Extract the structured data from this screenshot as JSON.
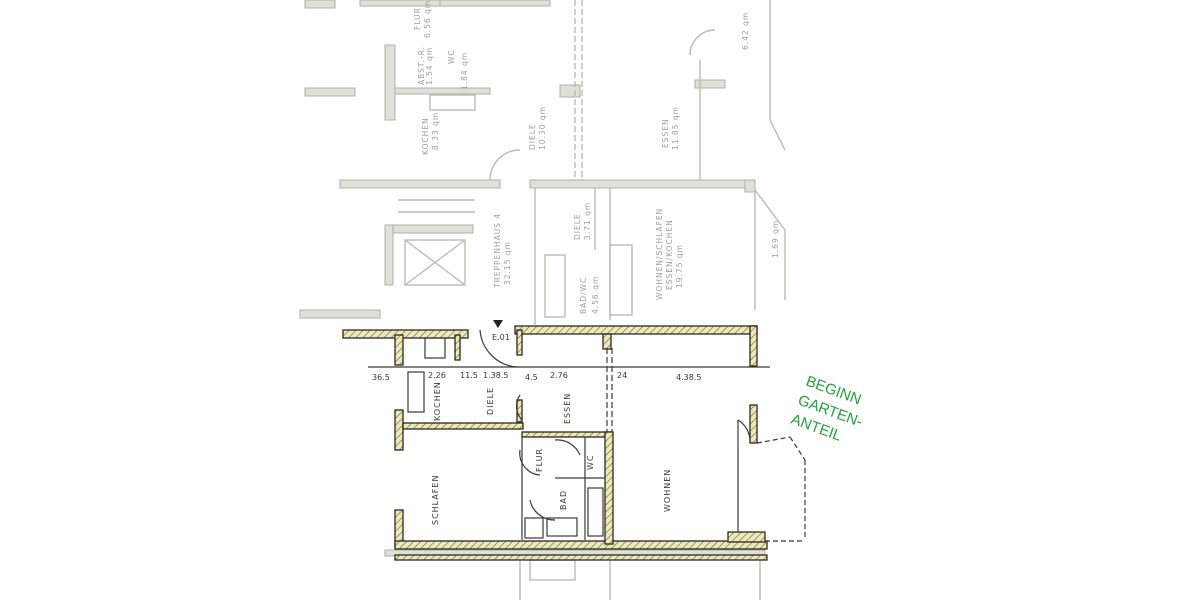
{
  "upper_plan": {
    "rooms": [
      {
        "name": "FLUR",
        "area": "6.56 qm"
      },
      {
        "name": "ABST.-R.",
        "area": "1.54 qm"
      },
      {
        "name": "WC",
        "area": "1.84 qm"
      },
      {
        "name": "KOCHEN",
        "area": "8.33 qm"
      },
      {
        "name": "DIELE",
        "area": "10.30 qm"
      },
      {
        "name": "ESSEN",
        "area": "11.85 qm"
      },
      {
        "name": "",
        "area": "6.42 qm"
      },
      {
        "name": "TREPPENHAUS 4",
        "area": "32.15 qm"
      },
      {
        "name": "DIELE",
        "area": "3.71 qm"
      },
      {
        "name": "BAD/WC",
        "area": "4.56 qm"
      },
      {
        "name": "WOHNEN/SCHLAFEN",
        "area": "19.75 qm",
        "extra": "ESSEN/KOCHEN"
      },
      {
        "name": "",
        "area": "1.69 qm"
      }
    ]
  },
  "unit_plan": {
    "entrance_label": "E.01",
    "rooms": [
      "KOCHEN",
      "DIELE",
      "ESSEN",
      "FLUR",
      "WC",
      "BAD",
      "SCHLAFEN",
      "WOHNEN"
    ],
    "dimensions": [
      "36.5",
      "2.26",
      "11.5",
      "1.38.5",
      "4.5",
      "2.76",
      "24",
      "4.38.5"
    ]
  },
  "annotation": {
    "lines": [
      "BEGINN",
      "GARTEN-",
      "ANTEIL"
    ],
    "color": "#22a33a"
  },
  "colors": {
    "wall_fill": "#efe9b8",
    "line": "#2a2a22",
    "faint": "#b9bdb2"
  }
}
